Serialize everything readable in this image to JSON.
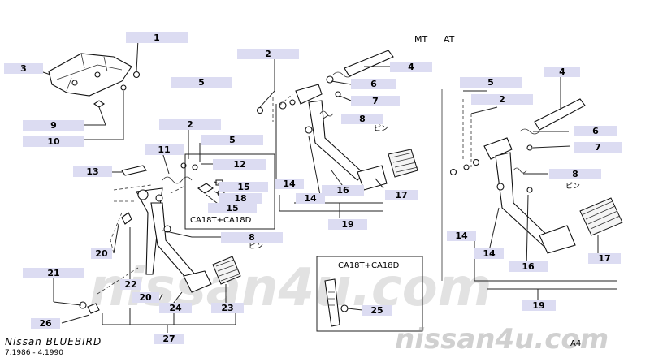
{
  "header": {
    "mt": "MT",
    "at": "AT"
  },
  "variants": {
    "box_top": "CA18T+CA18D",
    "box_bottom": "CA18T+CA18D"
  },
  "pin_note": "ピン",
  "footer": {
    "model": "Nissan BLUEBIRD",
    "dates": "7.1986 - 4.1990",
    "code": "A4"
  },
  "watermark": {
    "main": "nissan4u.com",
    "footer": "nissan4u.com"
  },
  "callouts": {
    "c1": "1",
    "c3": "3",
    "c9": "9",
    "c10": "10",
    "c2a": "2",
    "c5a": "5",
    "c2b": "2",
    "c5b": "5",
    "c11": "11",
    "c13": "13",
    "c12": "12",
    "c15a": "15",
    "c18": "18",
    "c15b": "15",
    "c4a": "4",
    "c6a": "6",
    "c7a": "7",
    "c8a": "8",
    "c14a": "14",
    "c14b": "14",
    "c16a": "16",
    "c17a": "17",
    "c19a": "19",
    "c8b": "8",
    "c20a": "20",
    "c21": "21",
    "c22": "22",
    "c20b": "20",
    "c24": "24",
    "c23": "23",
    "c26": "26",
    "c27": "27",
    "c25": "25",
    "c5c": "5",
    "c4b": "4",
    "c2c": "2",
    "c6b": "6",
    "c7b": "7",
    "c8c": "8",
    "c14c": "14",
    "c14d": "14",
    "c16b": "16",
    "c17b": "17",
    "c19b": "19"
  }
}
